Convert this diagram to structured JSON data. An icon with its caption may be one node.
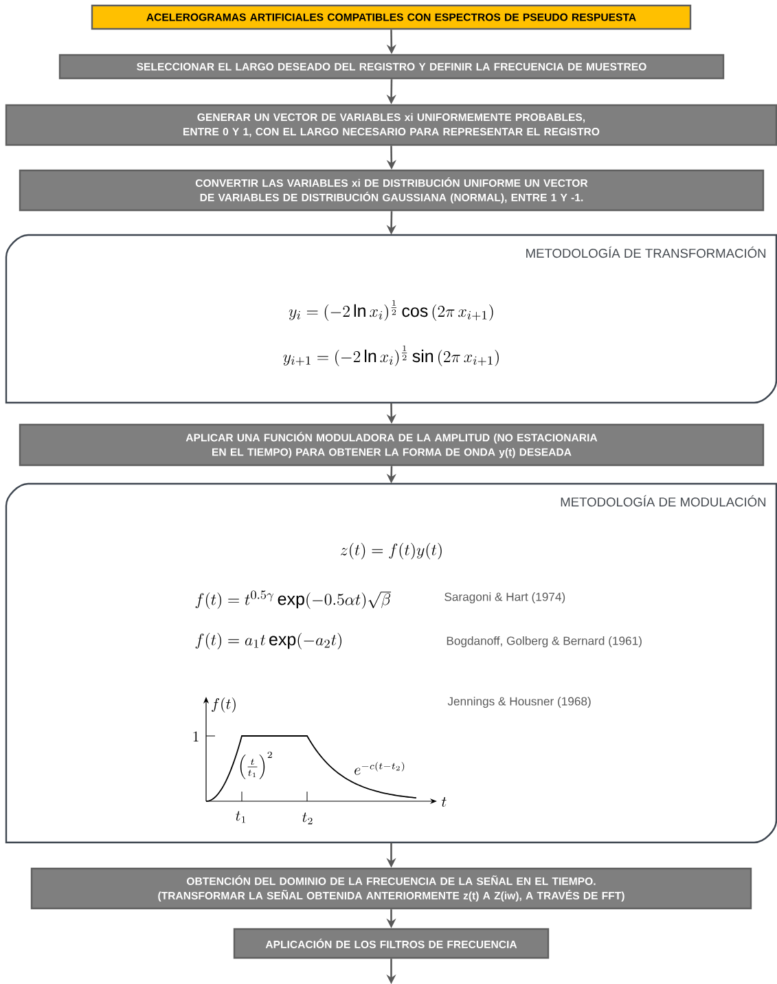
{
  "diagram": {
    "nodes": [
      {
        "text": [
          "ACELEROGRAMAS ARTIFICIALES COMPATIBLES CON ESPECTROS DE PSEUDO RESPUESTA"
        ]
      },
      {
        "text": [
          "SELECCIONAR EL LARGO DESEADO DEL REGISTRO Y DEFINIR LA FRECUENCIA DE MUESTREO"
        ]
      },
      {
        "text": [
          "GENERAR UN VECTOR DE VARIABLES xi UNIFORMEMENTE PROBABLES, ENTRE 0 Y 1, CON EL LARGO NECESARIO PARA REPRESENTAR EL REGISTRO"
        ]
      },
      {
        "text": [
          "CONVERTIR LAS VARIABLES xi DE DISTRIBUCIÓN UNIFORME UN VECTOR DE VARIABLES DE DISTRIBUCIÓN GAUSSIANA (NORMAL), ENTRE 1 Y -1."
        ]
      },
      {
        "text": [
          "METODOLOGÍA DE TRANSFORMACIÓN",
          "y_i = (-2\\ln x_i)^{\\frac{1}{2}}\\cos\\left(2\\pi\\, x_{i+1}\\right)",
          "y_{i+1} = (-2\\ln x_i)^{\\frac{1}{2}}\\sin\\left(2\\pi\\, x_{i+1}\\right)"
        ]
      },
      {
        "text": [
          "APLICAR UNA FUNCIÓN MODULADORA DE LA AMPLITUD (NO ESTACIONARIA EN EL TIEMPO) PARA OBTENER LA FORMA DE ONDA y(t) DESEADA"
        ]
      },
      {
        "text": [
          "METODOLOGÍA DE MODULACIÓN",
          "z(t) = f(t)y(t)",
          "f(t) = t^{0.5\\gamma}\\exp(-0.5\\alpha t)\\sqrt{\\beta}",
          "Saragoni & Hart (1974)",
          "f(t) = a_1 t\\exp(-a_2 t)",
          "Bogdanoff, Golberg & Bernard (1961)",
          "Jennings & Housner (1968)"
        ]
      },
      {
        "text": [
          "OBTENCIÓN DEL DOMINIO DE LA FRECUENCIA DE LA SEÑAL EN EL TIEMPO. (TRANSFORMAR LA SEÑAL OBTENIDA ANTERIORMENTE z(t) A Z(iw), A TRAVÉS DE FFT)"
        ]
      },
      {
        "text": [
          "APLICACIÓN DE LOS FILTROS DE FRECUENCIA"
        ]
      }
    ],
    "edges": [
      {
        "from": 0,
        "to": 1,
        "arrow": "to"
      },
      {
        "from": 1,
        "to": 2,
        "arrow": "to"
      },
      {
        "from": 2,
        "to": 3,
        "arrow": "to"
      },
      {
        "from": 3,
        "to": 4,
        "arrow": "to"
      },
      {
        "from": 4,
        "to": 5,
        "arrow": "to"
      },
      {
        "from": 5,
        "to": 6,
        "arrow": "to"
      },
      {
        "from": 6,
        "to": 7,
        "arrow": "to"
      },
      {
        "from": 7,
        "to": 8,
        "arrow": "to"
      },
      {
        "from": 8,
        "to": null,
        "arrow": "to"
      }
    ],
    "labels": [
      "f(t)",
      "1",
      "\\left(\\frac{t}{t_1}\\right)^2",
      "e^{-c(t-t_2)}",
      "t",
      "t_1",
      "t_2"
    ]
  }
}
